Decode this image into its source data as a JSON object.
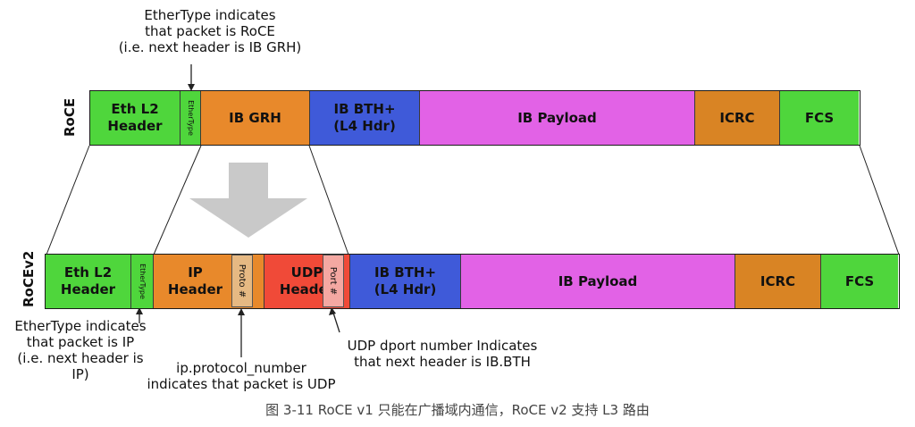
{
  "annotations": {
    "roce_ethertype": [
      "EtherType indicates",
      "that packet is RoCE",
      "(i.e. next header is IB GRH)"
    ],
    "rocev2_ethertype": [
      "EtherType indicates",
      "that packet is IP",
      "(i.e. next header is",
      "IP)"
    ],
    "ip_protocol": [
      "ip.protocol_number",
      "indicates that packet is UDP"
    ],
    "udp_dport": [
      "UDP dport number Indicates",
      "that next header is IB.BTH"
    ]
  },
  "roce": {
    "label": "RoCE",
    "segments": [
      {
        "id": "eth-l2-header",
        "lines": [
          "Eth L2",
          "Header"
        ],
        "color": "#4fd63c"
      },
      {
        "id": "ethertype",
        "lines": [
          "EtherType"
        ],
        "color": "#4fd63c",
        "vertical": true
      },
      {
        "id": "ib-grh",
        "lines": [
          "IB GRH"
        ],
        "color": "#e8892b"
      },
      {
        "id": "ib-bth",
        "lines": [
          "IB BTH+",
          "(L4 Hdr)"
        ],
        "color": "#3f5ad9"
      },
      {
        "id": "ib-payload",
        "lines": [
          "IB Payload"
        ],
        "color": "#e262e6"
      },
      {
        "id": "icrc",
        "lines": [
          "ICRC"
        ],
        "color": "#d98424"
      },
      {
        "id": "fcs",
        "lines": [
          "FCS"
        ],
        "color": "#4fd63c"
      }
    ]
  },
  "rocev2": {
    "label": "RoCEv2",
    "segments": [
      {
        "id": "eth-l2-header",
        "lines": [
          "Eth L2",
          "Header"
        ],
        "color": "#4fd63c"
      },
      {
        "id": "ethertype",
        "lines": [
          "EtherType"
        ],
        "color": "#4fd63c",
        "vertical": true
      },
      {
        "id": "ip-header",
        "lines": [
          "IP",
          "Header"
        ],
        "color": "#e8892b"
      },
      {
        "id": "udp-header",
        "lines": [
          "UDP",
          "Header"
        ],
        "color": "#f04a38"
      },
      {
        "id": "ib-bth",
        "lines": [
          "IB BTH+",
          "(L4 Hdr)"
        ],
        "color": "#3f5ad9"
      },
      {
        "id": "ib-payload",
        "lines": [
          "IB Payload"
        ],
        "color": "#e262e6"
      },
      {
        "id": "icrc",
        "lines": [
          "ICRC"
        ],
        "color": "#d98424"
      },
      {
        "id": "fcs",
        "lines": [
          "FCS"
        ],
        "color": "#4fd63c"
      }
    ],
    "fields": {
      "proto": "Proto #",
      "port": "Port #"
    }
  },
  "caption": "图 3-11 RoCE v1 只能在广播域内通信，RoCE v2 支持 L3 路由",
  "colors": {
    "arrow": "#c9c9c9",
    "proto_field": "#e6b983",
    "port_field": "#f4a8a2",
    "lines": "#222222"
  }
}
